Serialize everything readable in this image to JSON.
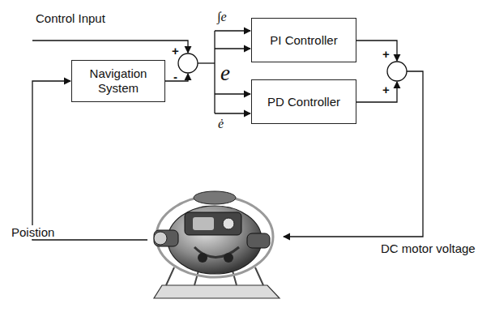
{
  "diagram": {
    "nodes": [
      {
        "text": [
          "Navigation System"
        ]
      },
      {
        "text": [
          "PI Controller"
        ]
      },
      {
        "text": [
          "PD Controller"
        ]
      }
    ],
    "labels": [
      "Control Input",
      "+",
      "-",
      "∫e",
      "e",
      "ė",
      "+",
      "+",
      "Poistion",
      "DC motor voltage"
    ]
  }
}
